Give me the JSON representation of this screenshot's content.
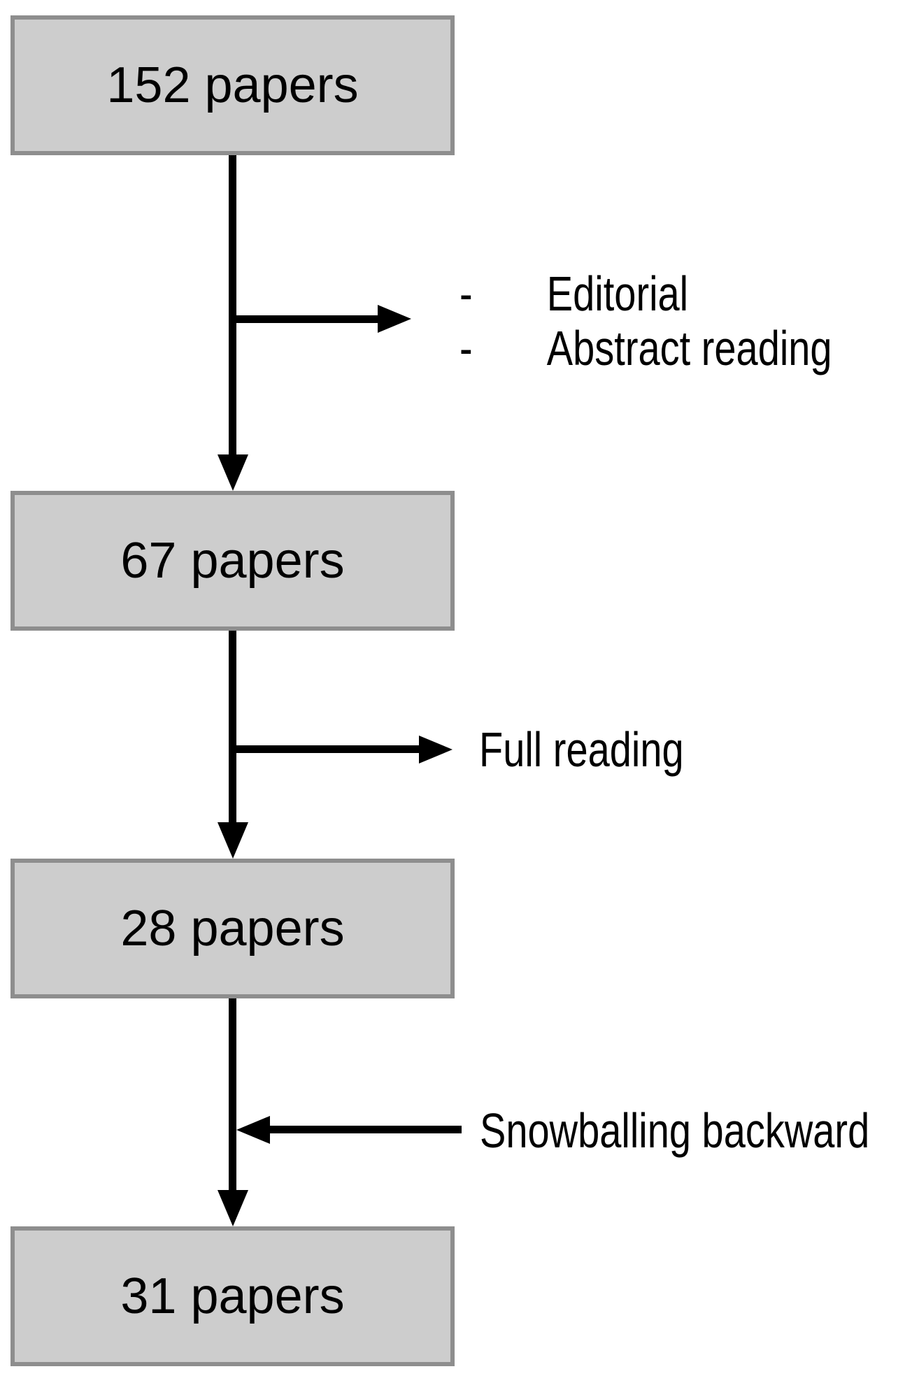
{
  "diagram": {
    "type": "flowchart",
    "description": "Paper selection flow",
    "nodes": [
      {
        "label": "152 papers"
      },
      {
        "label": "67 papers"
      },
      {
        "label": "28 papers"
      },
      {
        "label": "31 papers"
      }
    ],
    "edges": [
      {
        "from": "152 papers",
        "to": "67 papers",
        "branch_direction": "out-right",
        "bullet": "-",
        "items": [
          "Editorial",
          "Abstract reading"
        ]
      },
      {
        "from": "67 papers",
        "to": "28 papers",
        "branch_direction": "out-right",
        "label": "Full reading"
      },
      {
        "from": "28 papers",
        "to": "31 papers",
        "branch_direction": "in-left",
        "label": "Snowballing backward"
      }
    ],
    "colors": {
      "background": "#ffffff",
      "box_fill": "#cdcdcd",
      "box_border": "#8e8e8e",
      "line": "#000000",
      "text": "#000000"
    }
  }
}
